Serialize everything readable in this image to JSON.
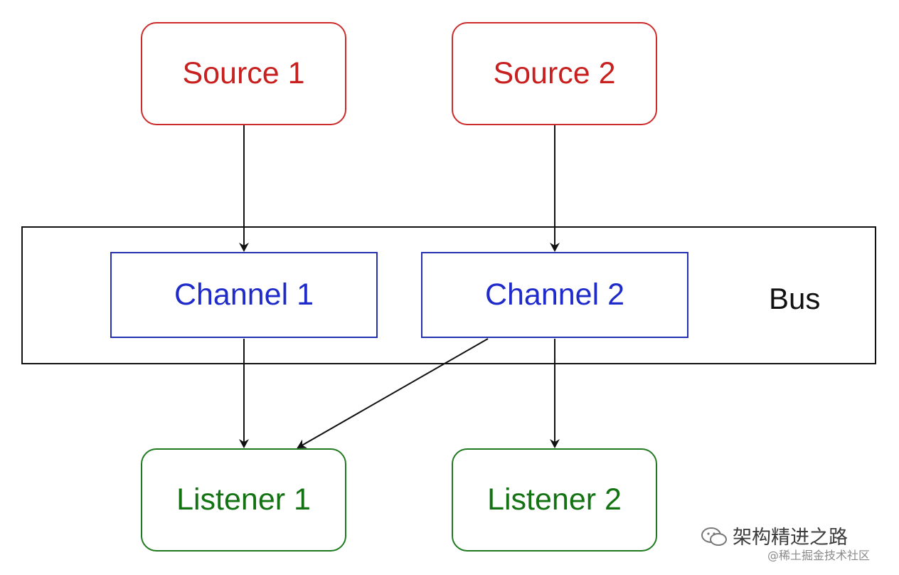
{
  "diagram": {
    "bus_label": "Bus",
    "sources": [
      {
        "label": "Source 1"
      },
      {
        "label": "Source 2"
      }
    ],
    "channels": [
      {
        "label": "Channel 1"
      },
      {
        "label": "Channel 2"
      }
    ],
    "listeners": [
      {
        "label": "Listener 1"
      },
      {
        "label": "Listener 2"
      }
    ],
    "edges": [
      {
        "from": "Source 1",
        "to": "Channel 1"
      },
      {
        "from": "Source 2",
        "to": "Channel 2"
      },
      {
        "from": "Channel 1",
        "to": "Listener 1"
      },
      {
        "from": "Channel 2",
        "to": "Listener 1"
      },
      {
        "from": "Channel 2",
        "to": "Listener 2"
      }
    ],
    "colors": {
      "source": "#c81f1f",
      "channel": "#1e2ac9",
      "listener": "#137313",
      "bus": "#111111"
    }
  },
  "watermark": {
    "account": "架构精进之路",
    "site": "@稀土掘金技术社区"
  }
}
